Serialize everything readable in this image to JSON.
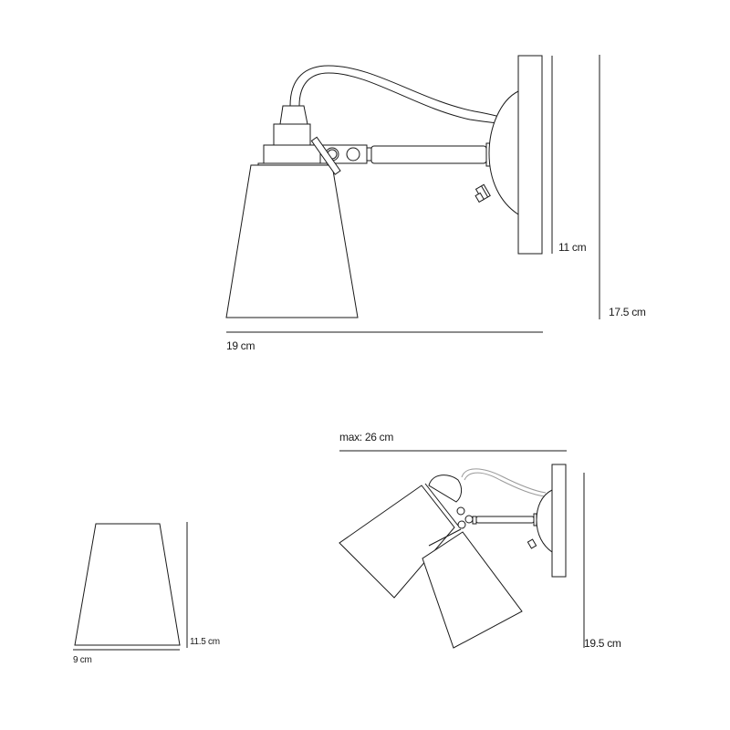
{
  "views": {
    "side": {
      "width_label": "19 cm",
      "plate_height_label": "11 cm",
      "total_height_label": "17.5 cm"
    },
    "shade": {
      "width_label": "9 cm",
      "height_label": "11.5 cm"
    },
    "adjustable": {
      "max_reach_label": "max: 26 cm",
      "height_label": "19.5 cm"
    }
  },
  "colors": {
    "line": "#1a1a1a",
    "cable_light": "#9a9a9a"
  }
}
